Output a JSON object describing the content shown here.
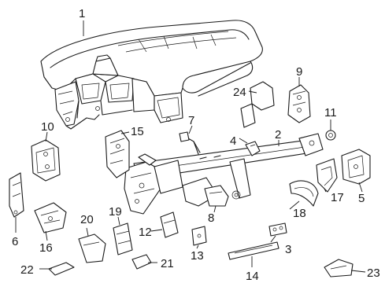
{
  "diagram": {
    "callouts": [
      {
        "id": "callout-1",
        "text": "1"
      },
      {
        "id": "callout-2",
        "text": "2"
      },
      {
        "id": "callout-3",
        "text": "3"
      },
      {
        "id": "callout-4",
        "text": "4"
      },
      {
        "id": "callout-5",
        "text": "5"
      },
      {
        "id": "callout-6",
        "text": "6"
      },
      {
        "id": "callout-7",
        "text": "7"
      },
      {
        "id": "callout-8",
        "text": "8"
      },
      {
        "id": "callout-9",
        "text": "9"
      },
      {
        "id": "callout-10",
        "text": "10"
      },
      {
        "id": "callout-11",
        "text": "11"
      },
      {
        "id": "callout-12",
        "text": "12"
      },
      {
        "id": "callout-13",
        "text": "13"
      },
      {
        "id": "callout-14",
        "text": "14"
      },
      {
        "id": "callout-15",
        "text": "15"
      },
      {
        "id": "callout-16",
        "text": "16"
      },
      {
        "id": "callout-17",
        "text": "17"
      },
      {
        "id": "callout-18",
        "text": "18"
      },
      {
        "id": "callout-19",
        "text": "19"
      },
      {
        "id": "callout-20",
        "text": "20"
      },
      {
        "id": "callout-21",
        "text": "21"
      },
      {
        "id": "callout-22",
        "text": "22"
      },
      {
        "id": "callout-23",
        "text": "23"
      },
      {
        "id": "callout-24",
        "text": "24"
      }
    ]
  }
}
